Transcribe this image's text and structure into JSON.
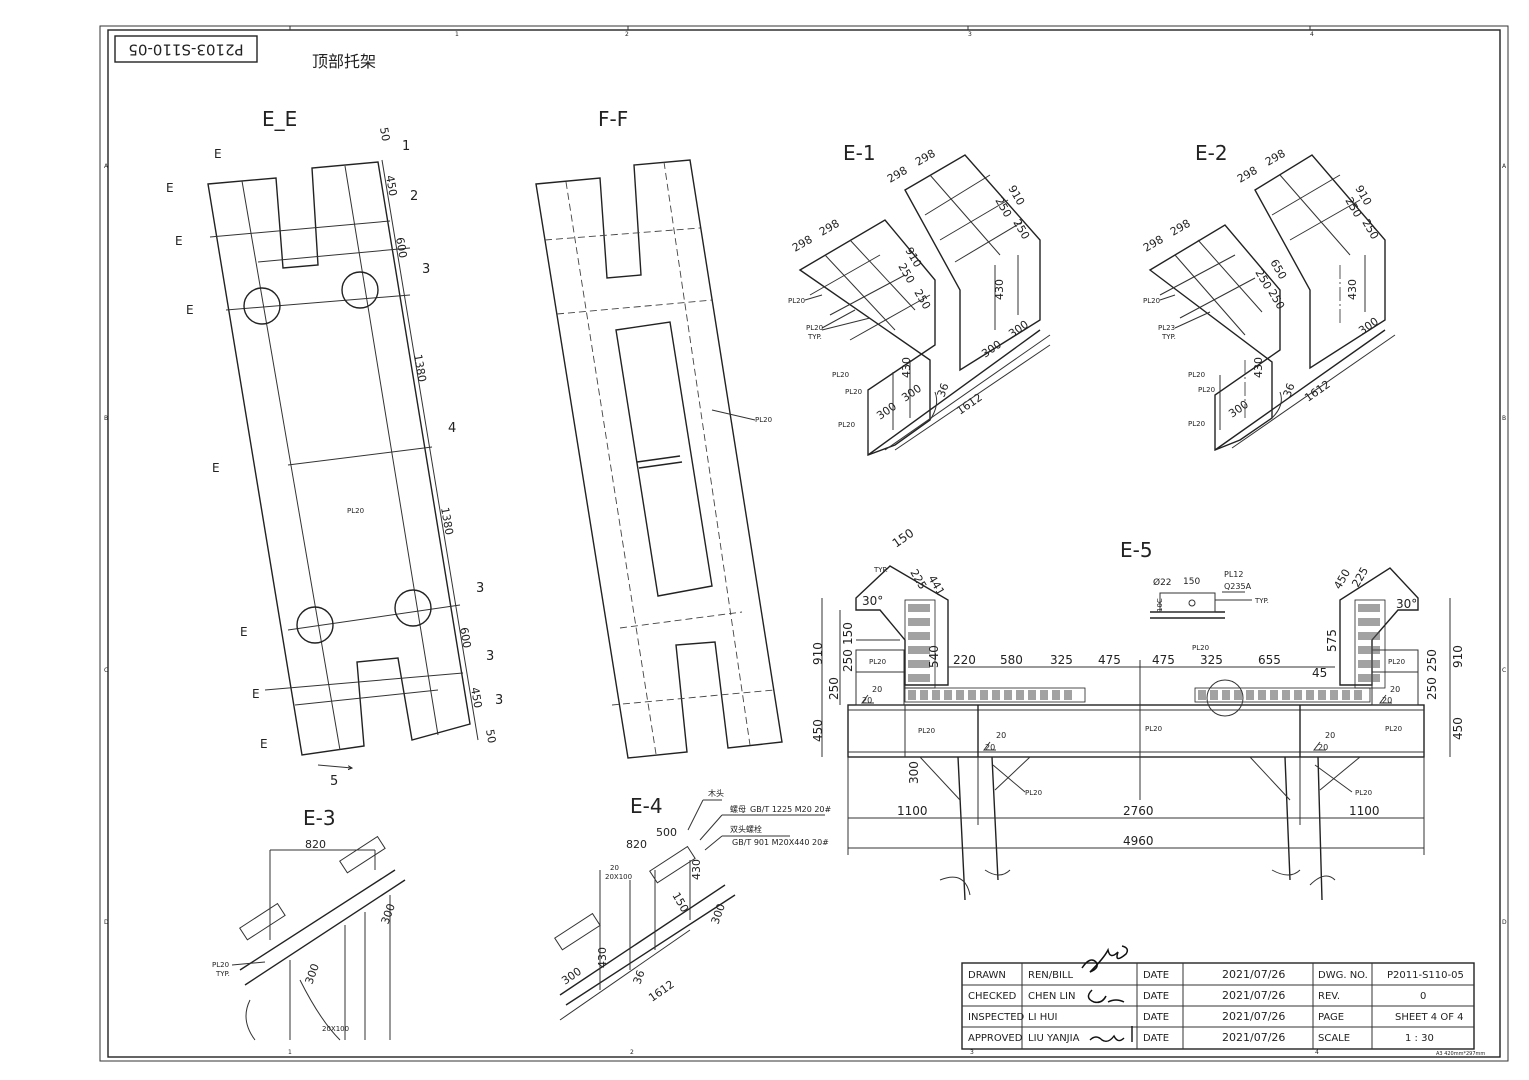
{
  "drawing_id_box": "P2103-S110-05",
  "drawing_title": "顶部托架",
  "views": {
    "ee": {
      "title": "E_E",
      "section_tag": "E",
      "dims": [
        "50",
        "450",
        "600",
        "1380",
        "1380",
        "600",
        "450",
        "50"
      ],
      "markers": [
        "1",
        "2",
        "3",
        "4",
        "3",
        "3",
        "3",
        "5"
      ],
      "plate": "PL20"
    },
    "ff": {
      "title": "F-F",
      "plate": "PL20"
    },
    "e1": {
      "title": "E-1",
      "dims": [
        "298",
        "298",
        "298",
        "298",
        "910",
        "250",
        "250",
        "910",
        "250",
        "250",
        "430",
        "300",
        "300",
        "430",
        "300",
        "300",
        "36",
        "1612"
      ],
      "labels": [
        "PL20",
        "PL20",
        "TYP.",
        "PL20",
        "PL20",
        "PL20"
      ]
    },
    "e2": {
      "title": "E-2",
      "dims": [
        "298",
        "298",
        "298",
        "298",
        "910",
        "250",
        "250",
        "650",
        "250",
        "250",
        "430",
        "300",
        "430",
        "300",
        "36",
        "1612"
      ],
      "labels": [
        "PL20",
        "PL23",
        "TYP.",
        "PL20",
        "PL20",
        "PL20"
      ]
    },
    "e3": {
      "title": "E-3",
      "dims": [
        "820",
        "300",
        "300"
      ],
      "labels": [
        "PL20",
        "TYP.",
        "20X100"
      ]
    },
    "e4": {
      "title": "E-4",
      "dims": [
        "820",
        "500",
        "430",
        "150",
        "300",
        "430",
        "36",
        "1612",
        "300",
        "20"
      ],
      "labels": [
        "木头",
        "螺母",
        "GB/T 1225 M20 20#",
        "双头螺栓",
        "GB/T 901 M20X440 20#",
        "20X100"
      ]
    },
    "e5": {
      "title": "E-5",
      "top_dims": [
        "220",
        "580",
        "325",
        "475",
        "475",
        "325",
        "655",
        "45"
      ],
      "bottom_dims": [
        "1100",
        "2760",
        "1100",
        "4960"
      ],
      "left_dims": [
        "150",
        "250",
        "910",
        "250",
        "450",
        "540",
        "300"
      ],
      "right_dims": [
        "250",
        "910",
        "250",
        "450",
        "575"
      ],
      "corner_dims": [
        "150",
        "225",
        "441",
        "450",
        "225",
        "30°",
        "30°"
      ],
      "detail": [
        "Ø22",
        "150",
        "PL12",
        "Q235A",
        "10C",
        "TYP."
      ],
      "labels": [
        "TYP.",
        "PL20",
        "PL20",
        "PL20",
        "PL20",
        "PL20",
        "PL20",
        "PL20",
        "PL20"
      ],
      "welds": [
        "20",
        "20",
        "20",
        "20",
        "20",
        "20",
        "20",
        "20"
      ]
    }
  },
  "title_block": {
    "rows": [
      {
        "role": "DRAWN",
        "name": "REN/BILL",
        "date_label": "DATE",
        "date": "2021/07/26",
        "key": "DWG. NO.",
        "value": "P2011-S110-05"
      },
      {
        "role": "CHECKED",
        "name": "CHEN LIN",
        "date_label": "DATE",
        "date": "2021/07/26",
        "key": "REV.",
        "value": "0"
      },
      {
        "role": "INSPECTED",
        "name": "LI HUI",
        "date_label": "DATE",
        "date": "2021/07/26",
        "key": "PAGE",
        "value": "SHEET 4 OF 4"
      },
      {
        "role": "APPROVED",
        "name": "LIU YANJIA",
        "date_label": "DATE",
        "date": "2021/07/26",
        "key": "SCALE",
        "value": "1 : 30"
      }
    ],
    "paper_note": "A3 420mm*297mm"
  },
  "frame": {
    "top_zones": [
      "1",
      "2",
      "3",
      "4"
    ],
    "bottom_zones": [
      "1",
      "2",
      "3",
      "4"
    ],
    "side_zones": [
      "A",
      "B",
      "C",
      "D"
    ]
  }
}
